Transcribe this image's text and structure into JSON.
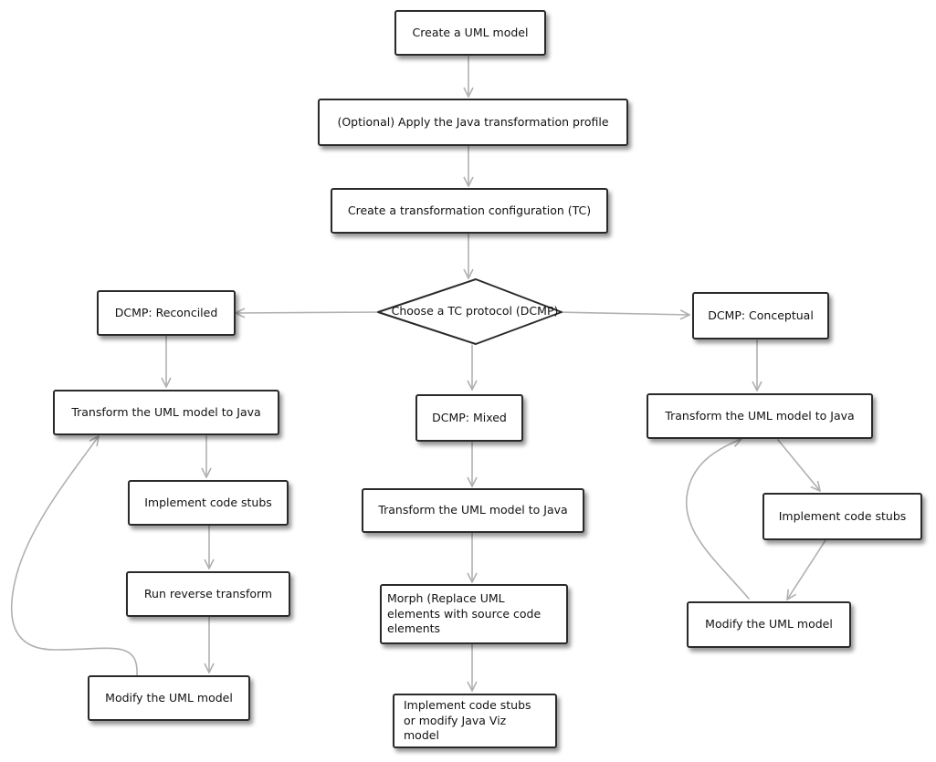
{
  "diagram": {
    "colors": {
      "edge": "#b0b0b0",
      "border": "#2a2a2a"
    },
    "nodes": {
      "create_uml_model": "Create a UML model",
      "apply_profile": "(Optional) Apply the Java transformation profile",
      "create_tc": "Create a transformation configuration (TC)",
      "choose_protocol": "Choose a TC protocol (DCMP)",
      "reconciled": "DCMP: Reconciled",
      "mixed": "DCMP: Mixed",
      "conceptual": "DCMP: Conceptual",
      "reconciled_transform": "Transform the UML model to Java",
      "reconciled_implement": "Implement code stubs",
      "reconciled_reverse": "Run reverse transform",
      "reconciled_modify": "Modify the UML model",
      "mixed_transform": "Transform the UML model to Java",
      "mixed_morph": "Morph (Replace UML elements with source code elements",
      "mixed_implement": "Implement code stubs or modify Java Viz model",
      "conceptual_transform": "Transform the UML model to Java",
      "conceptual_implement": "Implement code stubs",
      "conceptual_modify": "Modify the UML model"
    }
  }
}
